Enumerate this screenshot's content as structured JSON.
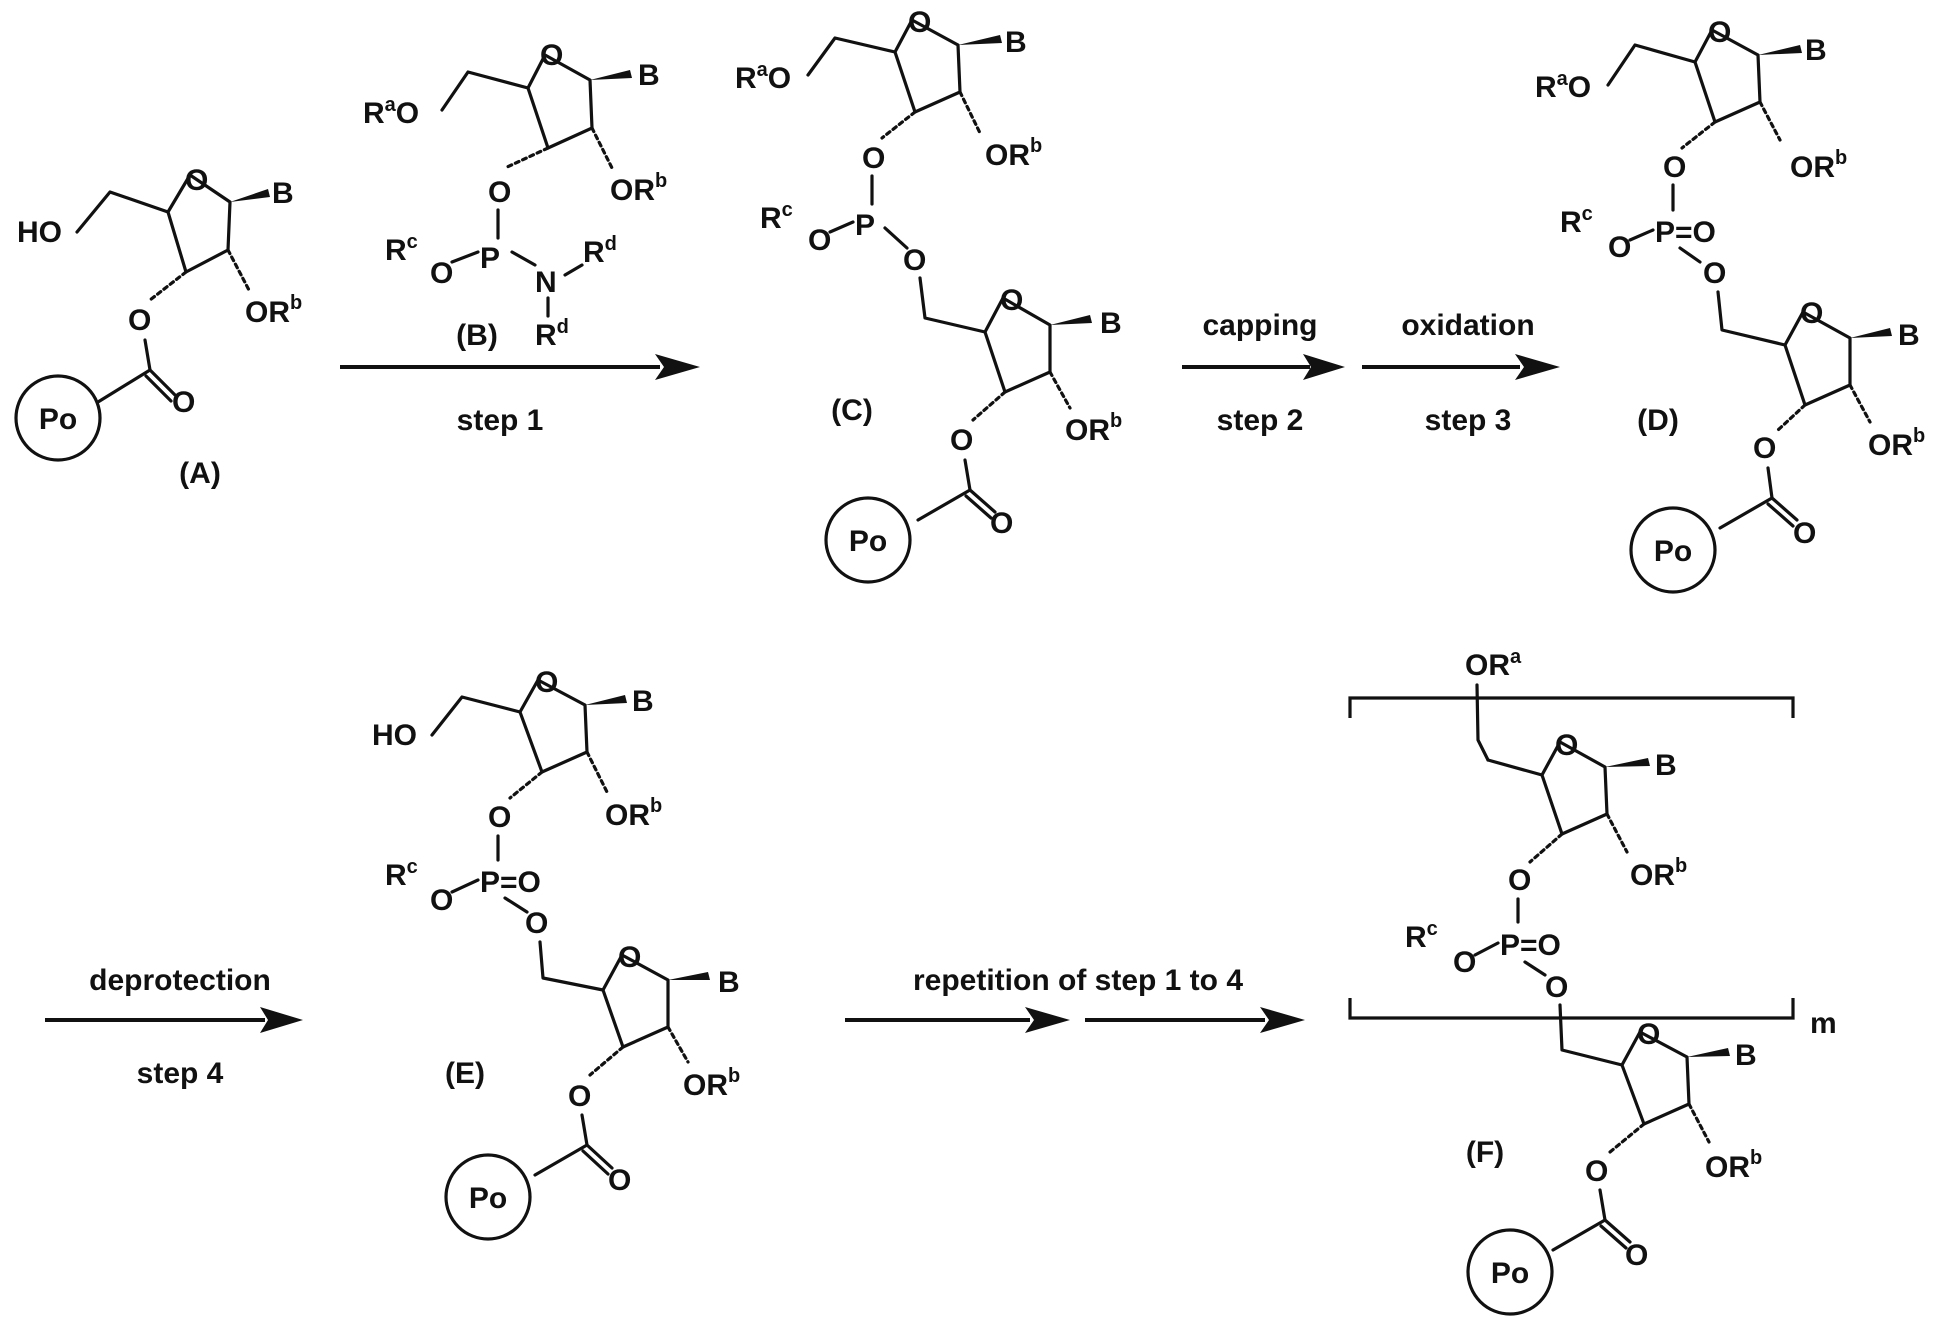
{
  "compounds": {
    "A": {
      "label": "(A)",
      "atoms": {
        "ho": "HO",
        "ring_o": "O",
        "base": "B",
        "orb": "OR",
        "orb_sup": "b",
        "ester_o": "O",
        "carbonyl_o": "O",
        "support": "Po"
      }
    },
    "B": {
      "label": "(B)",
      "atoms": {
        "ra": "R",
        "ra_sup": "a",
        "ra_o": "O",
        "ring_o": "O",
        "base": "B",
        "orb": "OR",
        "orb_sup": "b",
        "o3": "O",
        "p": "P",
        "rc": "R",
        "rc_sup": "c",
        "rc_o": "O",
        "n": "N",
        "rd1": "R",
        "rd1_sup": "d",
        "rd2": "R",
        "rd2_sup": "d"
      }
    },
    "C": {
      "label": "(C)",
      "atoms": {
        "ra": "R",
        "ra_sup": "a",
        "ra_o": "O",
        "ring1_o": "O",
        "base1": "B",
        "orb1": "OR",
        "orb1_sup": "b",
        "o3": "O",
        "p": "P",
        "rc": "R",
        "rc_sup": "c",
        "rc_o": "O",
        "o5": "O",
        "ring2_o": "O",
        "base2": "B",
        "orb2": "OR",
        "orb2_sup": "b",
        "ester_o": "O",
        "carbonyl_o": "O",
        "support": "Po"
      }
    },
    "D": {
      "label": "(D)",
      "atoms": {
        "ra": "R",
        "ra_sup": "a",
        "ra_o": "O",
        "ring1_o": "O",
        "base1": "B",
        "orb1": "OR",
        "orb1_sup": "b",
        "o3": "O",
        "p": "P",
        "p_oxo": "=O",
        "rc": "R",
        "rc_sup": "c",
        "rc_o": "O",
        "o5": "O",
        "ring2_o": "O",
        "base2": "B",
        "orb2": "OR",
        "orb2_sup": "b",
        "ester_o": "O",
        "carbonyl_o": "O",
        "support": "Po"
      }
    },
    "E": {
      "label": "(E)",
      "atoms": {
        "ho": "HO",
        "ring1_o": "O",
        "base1": "B",
        "orb1": "OR",
        "orb1_sup": "b",
        "o3": "O",
        "p": "P",
        "p_oxo": "=O",
        "rc": "R",
        "rc_sup": "c",
        "rc_o": "O",
        "o5": "O",
        "ring2_o": "O",
        "base2": "B",
        "orb2": "OR",
        "orb2_sup": "b",
        "ester_o": "O",
        "carbonyl_o": "O",
        "support": "Po"
      }
    },
    "F": {
      "label": "(F)",
      "repeat": "m",
      "atoms": {
        "ora": "OR",
        "ora_sup": "a",
        "ring1_o": "O",
        "base1": "B",
        "orb1": "OR",
        "orb1_sup": "b",
        "o3": "O",
        "p": "P",
        "p_oxo": "=O",
        "rc": "R",
        "rc_sup": "c",
        "rc_o": "O",
        "o5": "O",
        "ring2_o": "O",
        "base2": "B",
        "orb2": "OR",
        "orb2_sup": "b",
        "ester_o": "O",
        "carbonyl_o": "O",
        "support": "Po"
      }
    }
  },
  "steps": {
    "step1": {
      "label": "step 1"
    },
    "step2": {
      "above": "capping",
      "label": "step 2"
    },
    "step3": {
      "above": "oxidation",
      "label": "step 3"
    },
    "step4": {
      "above": "deprotection",
      "label": "step 4"
    },
    "repeat": {
      "above": "repetition of step 1 to 4"
    }
  }
}
